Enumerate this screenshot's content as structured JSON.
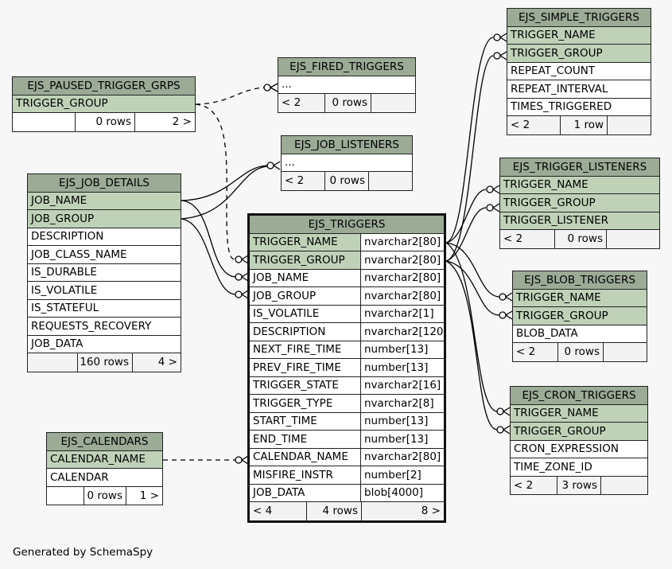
{
  "tables": {
    "simple": {
      "name": "EJS_SIMPLE_TRIGGERS",
      "columns": [
        "TRIGGER_NAME",
        "TRIGGER_GROUP",
        "REPEAT_COUNT",
        "REPEAT_INTERVAL",
        "TIMES_TRIGGERED"
      ],
      "footer": [
        "< 2",
        "1 row",
        ""
      ]
    },
    "fired": {
      "name": "EJS_FIRED_TRIGGERS",
      "columns": [
        "..."
      ],
      "footer": [
        "< 2",
        "0 rows",
        ""
      ]
    },
    "paused": {
      "name": "EJS_PAUSED_TRIGGER_GRPS",
      "columns": [
        "TRIGGER_GROUP"
      ],
      "footer": [
        "",
        "0 rows",
        "2 >"
      ]
    },
    "listeners": {
      "name": "EJS_JOB_LISTENERS",
      "columns": [
        "..."
      ],
      "footer": [
        "< 2",
        "0 rows",
        ""
      ]
    },
    "trig_listeners": {
      "name": "EJS_TRIGGER_LISTENERS",
      "columns": [
        "TRIGGER_NAME",
        "TRIGGER_GROUP",
        "TRIGGER_LISTENER"
      ],
      "footer": [
        "< 2",
        "0 rows",
        ""
      ]
    },
    "job_details": {
      "name": "EJS_JOB_DETAILS",
      "columns": [
        "JOB_NAME",
        "JOB_GROUP",
        "DESCRIPTION",
        "JOB_CLASS_NAME",
        "IS_DURABLE",
        "IS_VOLATILE",
        "IS_STATEFUL",
        "REQUESTS_RECOVERY",
        "JOB_DATA"
      ],
      "footer": [
        "",
        "160 rows",
        "4 >"
      ]
    },
    "triggers": {
      "name": "EJS_TRIGGERS",
      "columns": [
        {
          "name": "TRIGGER_NAME",
          "type": "nvarchar2[80]"
        },
        {
          "name": "TRIGGER_GROUP",
          "type": "nvarchar2[80]"
        },
        {
          "name": "JOB_NAME",
          "type": "nvarchar2[80]"
        },
        {
          "name": "JOB_GROUP",
          "type": "nvarchar2[80]"
        },
        {
          "name": "IS_VOLATILE",
          "type": "nvarchar2[1]"
        },
        {
          "name": "DESCRIPTION",
          "type": "nvarchar2[120]"
        },
        {
          "name": "NEXT_FIRE_TIME",
          "type": "number[13]"
        },
        {
          "name": "PREV_FIRE_TIME",
          "type": "number[13]"
        },
        {
          "name": "TRIGGER_STATE",
          "type": "nvarchar2[16]"
        },
        {
          "name": "TRIGGER_TYPE",
          "type": "nvarchar2[8]"
        },
        {
          "name": "START_TIME",
          "type": "number[13]"
        },
        {
          "name": "END_TIME",
          "type": "number[13]"
        },
        {
          "name": "CALENDAR_NAME",
          "type": "nvarchar2[80]"
        },
        {
          "name": "MISFIRE_INSTR",
          "type": "number[2]"
        },
        {
          "name": "JOB_DATA",
          "type": "blob[4000]"
        }
      ],
      "footer": [
        "< 4",
        "4 rows",
        "8 >"
      ]
    },
    "blob": {
      "name": "EJS_BLOB_TRIGGERS",
      "columns": [
        "TRIGGER_NAME",
        "TRIGGER_GROUP",
        "BLOB_DATA"
      ],
      "footer": [
        "< 2",
        "0 rows",
        ""
      ]
    },
    "cron": {
      "name": "EJS_CRON_TRIGGERS",
      "columns": [
        "TRIGGER_NAME",
        "TRIGGER_GROUP",
        "CRON_EXPRESSION",
        "TIME_ZONE_ID"
      ],
      "footer": [
        "< 2",
        "3 rows",
        ""
      ]
    },
    "calendars": {
      "name": "EJS_CALENDARS",
      "columns": [
        "CALENDAR_NAME",
        "CALENDAR"
      ],
      "footer": [
        "",
        "0 rows",
        "1 >"
      ]
    }
  },
  "footer_text": "Generated by SchemaSpy"
}
